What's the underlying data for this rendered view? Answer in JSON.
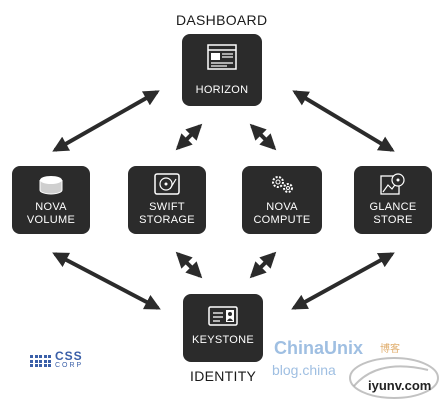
{
  "nodes": {
    "horizon": {
      "label": "HORIZON",
      "caption": "DASHBOARD",
      "icon": "dashboard-window-icon"
    },
    "nova_volume": {
      "label_line1": "NOVA",
      "label_line2": "VOLUME",
      "icon": "disk-cylinder-icon"
    },
    "swift_storage": {
      "label_line1": "SWIFT",
      "label_line2": "STORAGE",
      "icon": "hard-drive-icon"
    },
    "nova_compute": {
      "label_line1": "NOVA",
      "label_line2": "COMPUTE",
      "icon": "gears-icon"
    },
    "glance_store": {
      "label_line1": "GLANCE",
      "label_line2": "STORE",
      "icon": "image-disk-icon"
    },
    "keystone": {
      "label": "KEYSTONE",
      "caption": "IDENTITY",
      "icon": "id-card-icon"
    }
  },
  "edges": [
    {
      "from": "horizon",
      "to": "nova_volume",
      "direction": "bidirectional"
    },
    {
      "from": "horizon",
      "to": "swift_storage",
      "direction": "bidirectional"
    },
    {
      "from": "horizon",
      "to": "nova_compute",
      "direction": "bidirectional"
    },
    {
      "from": "horizon",
      "to": "glance_store",
      "direction": "bidirectional"
    },
    {
      "from": "keystone",
      "to": "nova_volume",
      "direction": "bidirectional"
    },
    {
      "from": "keystone",
      "to": "swift_storage",
      "direction": "bidirectional"
    },
    {
      "from": "keystone",
      "to": "nova_compute",
      "direction": "bidirectional"
    },
    {
      "from": "keystone",
      "to": "glance_store",
      "direction": "bidirectional"
    }
  ],
  "logo": {
    "line1": "CSS",
    "line2": "CORP"
  },
  "watermark": {
    "brand": "ChinaUnix",
    "brand_suffix": "博客",
    "url": "blog.china",
    "site": "iyunv.com"
  },
  "colors": {
    "box": "#2b2b2b",
    "arrow": "#2b2b2b",
    "text": "#ffffff"
  }
}
